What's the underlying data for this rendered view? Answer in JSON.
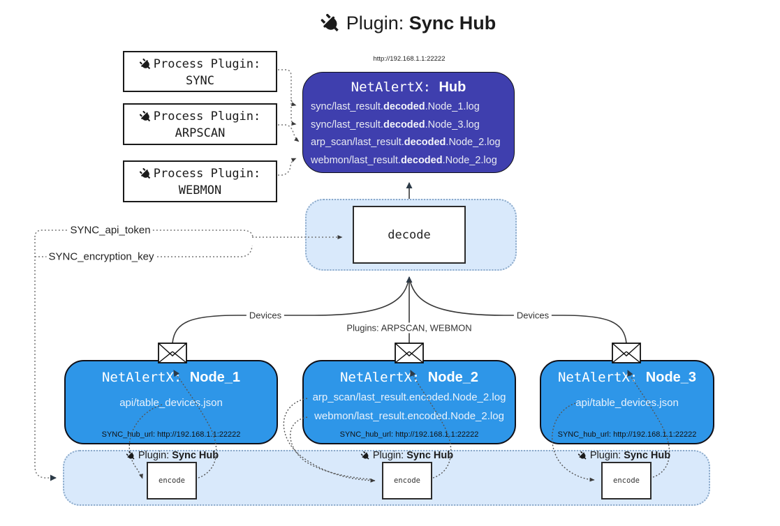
{
  "title": {
    "icon": "plug-icon",
    "pre": "Plugin: ",
    "bold": "Sync Hub"
  },
  "process_plugins": [
    {
      "line1": "Process Plugin:",
      "line2": "SYNC"
    },
    {
      "line1": "Process Plugin:",
      "line2": "ARPSCAN"
    },
    {
      "line1": "Process Plugin:",
      "line2": "WEBMON"
    }
  ],
  "hub": {
    "url": "http://192.168.1.1:22222",
    "title_pre": "NetAlertX: ",
    "title_bold": "Hub",
    "lines": [
      {
        "pre": "sync/last_result.",
        "bold": "decoded",
        "post": ".Node_1.log"
      },
      {
        "pre": "sync/last_result.",
        "bold": "decoded",
        "post": ".Node_3.log"
      },
      {
        "pre": "arp_scan/last_result.",
        "bold": "decoded",
        "post": ".Node_2.log"
      },
      {
        "pre": "webmon/last_result.",
        "bold": "decoded",
        "post": ".Node_2.log"
      }
    ]
  },
  "decode": {
    "label": "decode"
  },
  "secrets": {
    "api_token": "SYNC_api_token",
    "encryption_key": "SYNC_encryption_key"
  },
  "edges": {
    "devices_left": "Devices",
    "plugins_center": "Plugins: ARPSCAN, WEBMON",
    "devices_right": "Devices"
  },
  "nodes": [
    {
      "title_pre": "NetAlertX: ",
      "title_bold": "Node_1",
      "lines": [
        "api/table_devices.json"
      ],
      "hub_url": "SYNC_hub_url: http://192.168.1.1:22222"
    },
    {
      "title_pre": "NetAlertX: ",
      "title_bold": "Node_2",
      "lines": [
        "arp_scan/last_result.encoded.Node_2.log",
        "webmon/last_result.encoded.Node_2.log"
      ],
      "hub_url": "SYNC_hub_url: http://192.168.1.1:22222"
    },
    {
      "title_pre": "NetAlertX: ",
      "title_bold": "Node_3",
      "lines": [
        "api/table_devices.json"
      ],
      "hub_url": "SYNC_hub_url: http://192.168.1.1:22222"
    }
  ],
  "encoders": [
    {
      "label_pre": "Plugin: ",
      "label_bold": "Sync Hub",
      "box": "encode"
    },
    {
      "label_pre": "Plugin: ",
      "label_bold": "Sync Hub",
      "box": "encode"
    },
    {
      "label_pre": "Plugin: ",
      "label_bold": "Sync Hub",
      "box": "encode"
    }
  ],
  "colors": {
    "hub_fill": "#3f3fae",
    "node_fill": "#2e96e8",
    "band_fill": "#d9e9fb",
    "band_border": "#8ba9c9",
    "edge": "#383838",
    "light_text": "#e9f2fc"
  }
}
